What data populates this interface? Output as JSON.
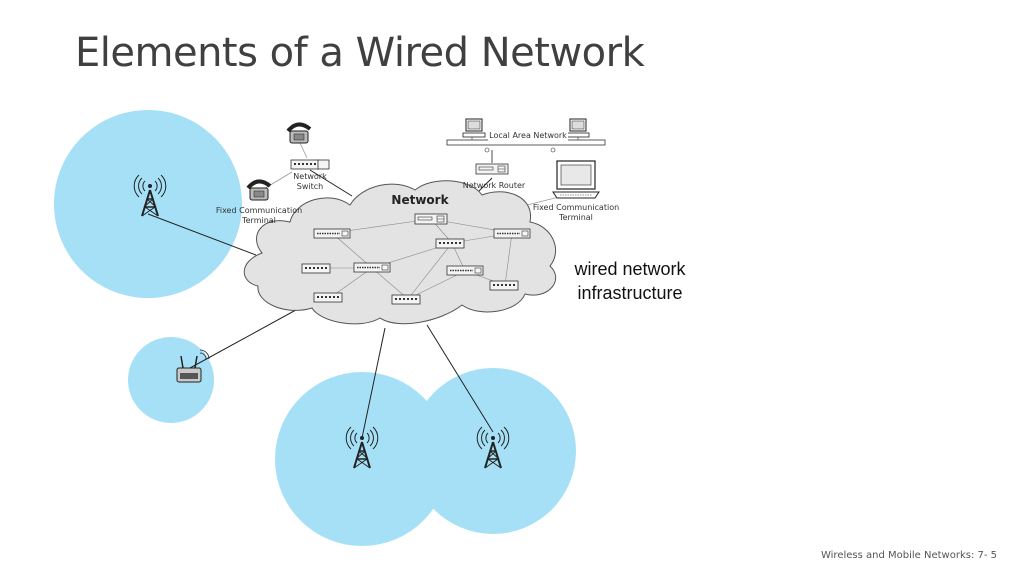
{
  "slide": {
    "title": "Elements of a Wired Network",
    "footer": "Wireless and Mobile Networks: 7- 5"
  },
  "diagram": {
    "cloud_label": "Network",
    "infrastructure_label_line1": "wired network",
    "infrastructure_label_line2": "infrastructure",
    "switch_label_line1": "Network",
    "switch_label_line2": "Switch",
    "router_label": "Network Router",
    "lan_label": "Local Area Network",
    "fixed_terminal_left_line1": "Fixed Communication",
    "fixed_terminal_left_line2": "Terminal",
    "fixed_terminal_right_line1": "Fixed Communication",
    "fixed_terminal_right_line2": "Terminal"
  },
  "colors": {
    "coverage": "#a6e0f7",
    "cloud_fill": "#e3e3e3",
    "cloud_stroke": "#555555"
  }
}
